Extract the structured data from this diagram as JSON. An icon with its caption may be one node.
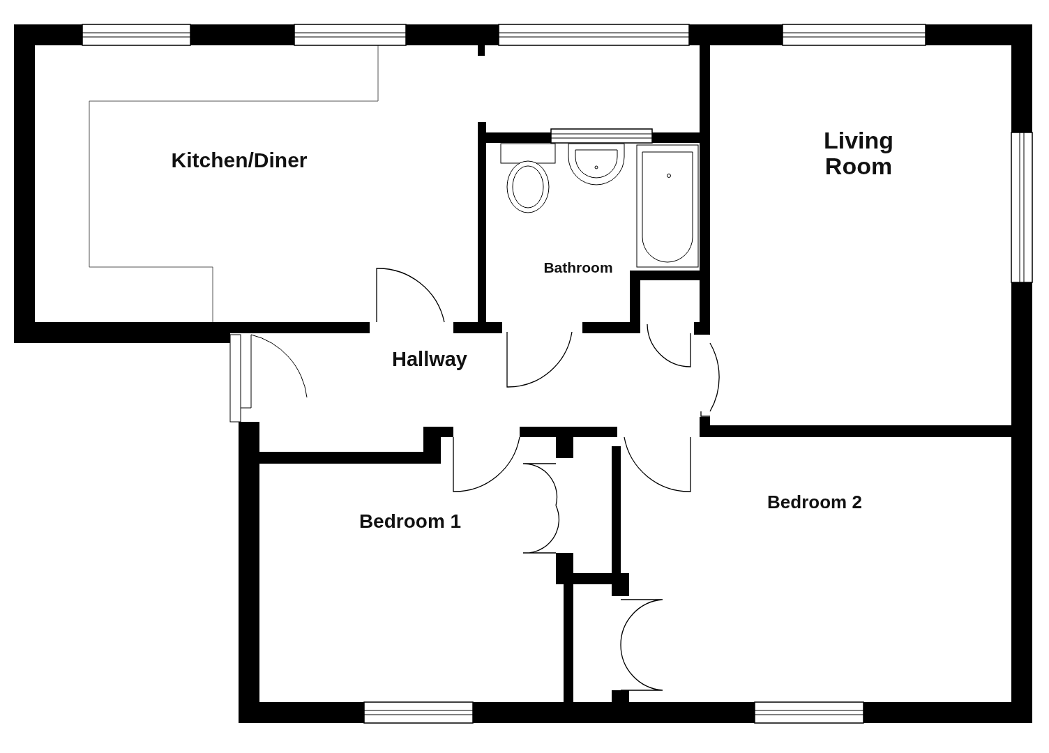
{
  "diagram": {
    "nodes": [
      {
        "text": [
          "Kitchen/Diner"
        ]
      },
      {
        "text": [
          "Living Room"
        ]
      },
      {
        "text": [
          "Bathroom"
        ]
      },
      {
        "text": [
          "Hallway"
        ]
      },
      {
        "text": [
          "Bedroom 1"
        ]
      },
      {
        "text": [
          "Bedroom 2"
        ]
      }
    ]
  }
}
